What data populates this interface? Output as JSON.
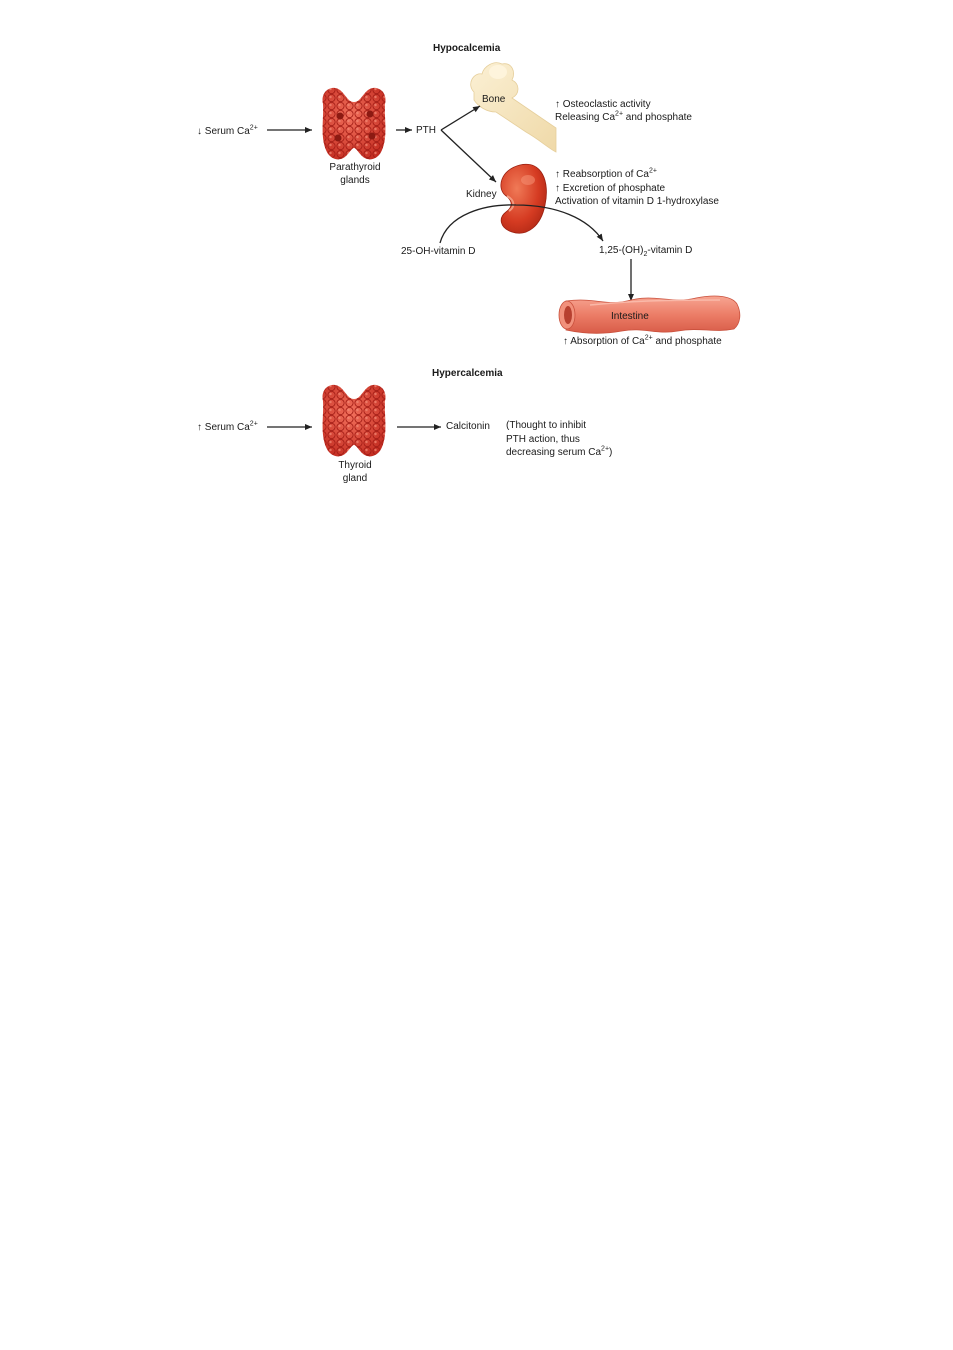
{
  "hypo": {
    "title": "Hypocalcemia",
    "serum": {
      "arrow": "↓",
      "text": "Serum Ca",
      "charge": "2+"
    },
    "gland_line1": "Parathyroid",
    "gland_line2": "glands",
    "pth": "PTH",
    "bone": {
      "label": "Bone",
      "line1_arrow": "↑",
      "line1": "Osteoclastic activity",
      "line2_pre": "Releasing Ca",
      "line2_charge": "2+",
      "line2_post": " and phosphate"
    },
    "kidney": {
      "label": "Kidney",
      "line1_arrow": "↑",
      "line1": "Reabsorption of Ca",
      "line1_charge": "2+",
      "line2_arrow": "↑",
      "line2": "Excretion of phosphate",
      "line3": "Activation of vitamin D 1-hydroxylase"
    },
    "vitd_input": "25-OH-vitamin D",
    "vitd_output_pre": "1,25-(OH)",
    "vitd_output_sub": "2",
    "vitd_output_post": "-vitamin D",
    "intestine": {
      "label": "Intestine",
      "effect_arrow": "↑",
      "effect_pre": "Absorption of Ca",
      "effect_charge": "2+",
      "effect_post": " and phosphate"
    }
  },
  "hyper": {
    "title": "Hypercalcemia",
    "serum": {
      "arrow": "↑",
      "text": "Serum Ca",
      "charge": "2+"
    },
    "gland_line1": "Thyroid",
    "gland_line2": "gland",
    "hormone": "Calcitonin",
    "note_line1": "(Thought to inhibit",
    "note_line2": "PTH action, thus",
    "note_line3_pre": "decreasing serum Ca",
    "note_line3_charge": "2+",
    "note_line3_post": ")"
  },
  "colors": {
    "gland": "#d8392c",
    "gland_highlight": "#f47a66",
    "kidney": "#d63a22",
    "bone": "#f4e3bb",
    "intestine": "#ec7d67",
    "arrow": "#222222"
  },
  "icons": {
    "gland": "thyroid-gland-icon",
    "bone": "femur-bone-icon",
    "kidney": "kidney-icon",
    "intestine": "intestine-icon"
  }
}
